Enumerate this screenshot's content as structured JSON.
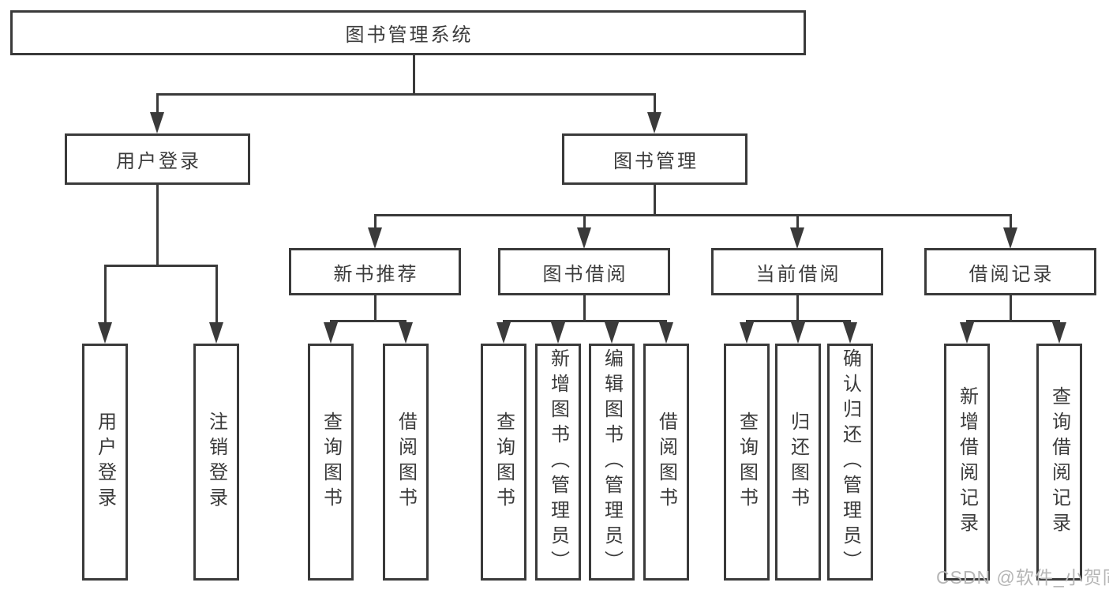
{
  "nodes": {
    "root": "图书管理系统",
    "user_login": "用户登录",
    "book_mgmt": "图书管理",
    "new_book_rec": "新书推荐",
    "book_borrow": "图书借阅",
    "current_borrow": "当前借阅",
    "borrow_record": "借阅记录",
    "leaf_user_login": "用户登录",
    "leaf_logout": "注销登录",
    "leaf_nbr_query": "查询图书",
    "leaf_nbr_borrow": "借阅图书",
    "leaf_bb_query": "查询图书",
    "leaf_bb_add": "新增图书（管理员）",
    "leaf_bb_edit": "编辑图书（管理员）",
    "leaf_bb_borrow": "借阅图书",
    "leaf_cb_query": "查询图书",
    "leaf_cb_return": "归还图书",
    "leaf_cb_confirm": "确认归还（管理员）",
    "leaf_br_add": "新增借阅记录",
    "leaf_br_query": "查询借阅记录"
  },
  "hierarchy": {
    "label": "图书管理系统",
    "children": [
      {
        "label": "用户登录",
        "children": [
          {
            "label": "用户登录"
          },
          {
            "label": "注销登录"
          }
        ]
      },
      {
        "label": "图书管理",
        "children": [
          {
            "label": "新书推荐",
            "children": [
              {
                "label": "查询图书"
              },
              {
                "label": "借阅图书"
              }
            ]
          },
          {
            "label": "图书借阅",
            "children": [
              {
                "label": "查询图书"
              },
              {
                "label": "新增图书（管理员）"
              },
              {
                "label": "编辑图书（管理员）"
              },
              {
                "label": "借阅图书"
              }
            ]
          },
          {
            "label": "当前借阅",
            "children": [
              {
                "label": "查询图书"
              },
              {
                "label": "归还图书"
              },
              {
                "label": "确认归还（管理员）"
              }
            ]
          },
          {
            "label": "借阅记录",
            "children": [
              {
                "label": "新增借阅记录"
              },
              {
                "label": "查询借阅记录"
              }
            ]
          }
        ]
      }
    ]
  },
  "watermark": "CSDN @软件_小贺同学",
  "colors": {
    "line": "#3a3a3a",
    "text": "#3b3b3b",
    "watermark": "#b6b6b6",
    "background": "#ffffff"
  }
}
